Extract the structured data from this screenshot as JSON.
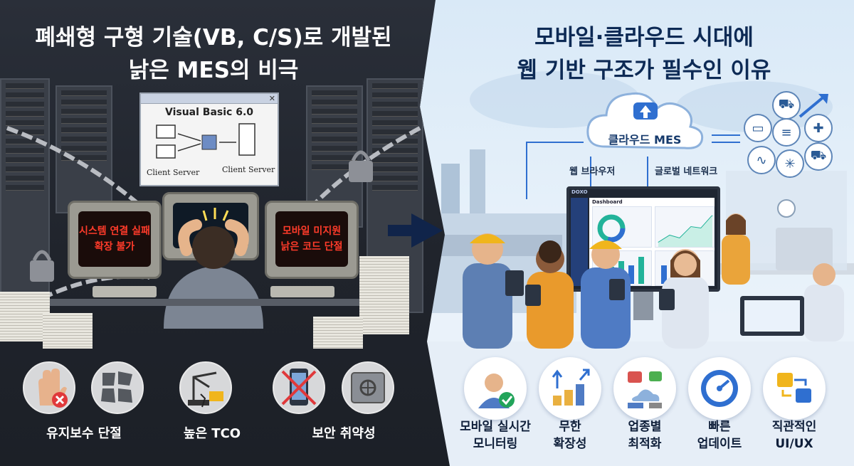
{
  "left_panel": {
    "title_line1": "폐쇄형 구형 기술(VB, C/S)로 개발된",
    "title_line2": "낡은 MES의 비극",
    "vb_window": {
      "title": "Visual Basic 6.0",
      "close_symbol": "✕",
      "label_client": "Client Server",
      "label_server": "Client Server"
    },
    "monitor_left_text": "시스템 연결 실패\n확장 불가",
    "monitor_right_text": "모바일 미지원\n낡은 코드 단절",
    "captions": [
      "유지보수 단절",
      "높은 TCO",
      "보안 취약성"
    ],
    "icons": [
      "stop-hand-icon",
      "broken-puzzle-icon",
      "crane-cost-icon",
      "no-mobile-icon",
      "safe-lock-icon"
    ]
  },
  "right_panel": {
    "title_line1": "모바일·클라우드 시대에",
    "title_line2": "웹 기반 구조가 필수인 이유",
    "cloud_label": "클라우드 MES",
    "label_browser": "웹 브라우저",
    "label_network": "글로벌 네트워크",
    "dashboard": {
      "brand": "DOXO",
      "title": "Dashboard"
    },
    "features": [
      {
        "label": "모바일 실시간\n모니터링",
        "icon": "mobile-monitoring-icon"
      },
      {
        "label": "무한\n확장성",
        "icon": "scalability-icon"
      },
      {
        "label": "업종별\n최적화",
        "icon": "industry-optimization-icon"
      },
      {
        "label": "빠른\n업데이트",
        "icon": "fast-update-icon"
      },
      {
        "label": "직관적인\nUI/UX",
        "icon": "intuitive-ui-icon"
      }
    ]
  },
  "colors": {
    "left_bg": "#22262e",
    "right_bg": "#e3eef8",
    "error_red": "#ff3b2a",
    "title_navy": "#0d2a55",
    "accent_blue": "#2f6fd0"
  }
}
